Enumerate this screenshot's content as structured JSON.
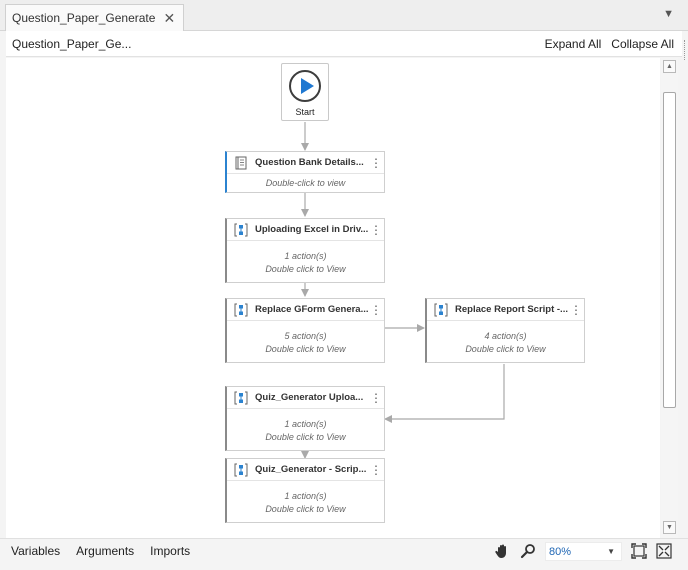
{
  "tab": {
    "title": "Question_Paper_Generate",
    "close_icon": "close-icon"
  },
  "header": {
    "breadcrumb": "Question_Paper_Ge...",
    "expand_all": "Expand All",
    "collapse_all": "Collapse All"
  },
  "start": {
    "label": "Start"
  },
  "activities": [
    {
      "title": "Question Bank Details...",
      "lines": [
        "Double-click to view"
      ],
      "icon": "document-icon"
    },
    {
      "title": "Uploading Excel in Driv...",
      "lines": [
        "1 action(s)",
        "Double click to View"
      ],
      "icon": "sequence-icon"
    },
    {
      "title": "Replace GForm Genera...",
      "lines": [
        "5 action(s)",
        "Double click to View"
      ],
      "icon": "sequence-icon"
    },
    {
      "title": "Replace Report Script -...",
      "lines": [
        "4 action(s)",
        "Double click to View"
      ],
      "icon": "sequence-icon"
    },
    {
      "title": "Quiz_Generator Uploa...",
      "lines": [
        "1 action(s)",
        "Double click to View"
      ],
      "icon": "sequence-icon"
    },
    {
      "title": "Quiz_Generator - Scrip...",
      "lines": [
        "1 action(s)",
        "Double click to View"
      ],
      "icon": "sequence-icon"
    }
  ],
  "bottom": {
    "tabs": [
      "Variables",
      "Arguments",
      "Imports"
    ],
    "zoom": "80%"
  },
  "colors": {
    "accent": "#1f78d1",
    "selected_border": "#2b83d0",
    "connector": "#a9a9a9"
  }
}
